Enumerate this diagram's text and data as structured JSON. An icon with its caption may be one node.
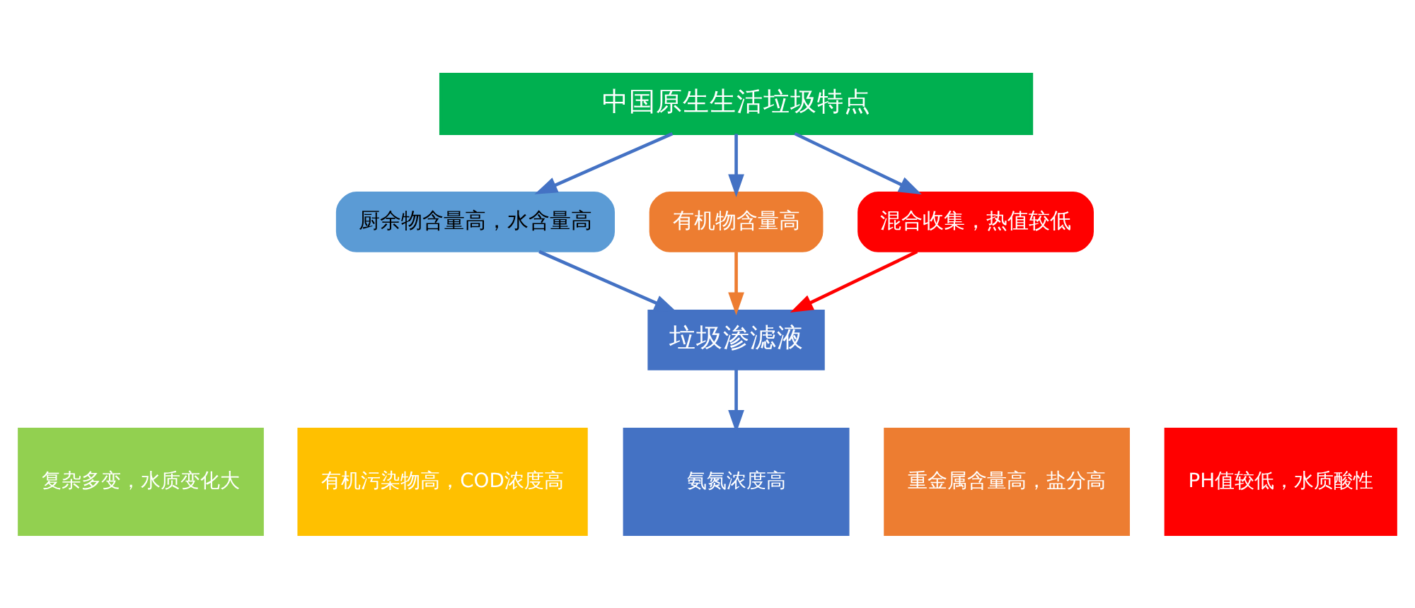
{
  "diagram": {
    "nodes": [
      {
        "text": [
          "中国原生生活垃圾特点"
        ]
      },
      {
        "text": [
          "厨余物含量高，水含量高"
        ]
      },
      {
        "text": [
          "有机物含量高"
        ]
      },
      {
        "text": [
          "混合收集，热值较低"
        ]
      },
      {
        "text": [
          "垃圾渗滤液"
        ]
      },
      {
        "text": [
          "复杂多变，水质变化大"
        ]
      },
      {
        "text": [
          "有机污染物高，COD浓度高"
        ]
      },
      {
        "text": [
          "氨氮浓度高"
        ]
      },
      {
        "text": [
          "重金属含量高，盐分高"
        ]
      },
      {
        "text": [
          "PH值较低，水质酸性"
        ]
      }
    ],
    "edges": [
      {
        "from": 0,
        "to": 1,
        "arrow": "to"
      },
      {
        "from": 0,
        "to": 2,
        "arrow": "to"
      },
      {
        "from": 0,
        "to": 3,
        "arrow": "to"
      },
      {
        "from": 1,
        "to": 4,
        "arrow": "to",
        "color": "#4472c4"
      },
      {
        "from": 2,
        "to": 4,
        "arrow": "to",
        "color": "#ed7d31"
      },
      {
        "from": 3,
        "to": 4,
        "arrow": "to",
        "color": "#ff0000"
      },
      {
        "from": 4,
        "to": 7,
        "arrow": "to",
        "color": "#4472c4"
      }
    ]
  }
}
